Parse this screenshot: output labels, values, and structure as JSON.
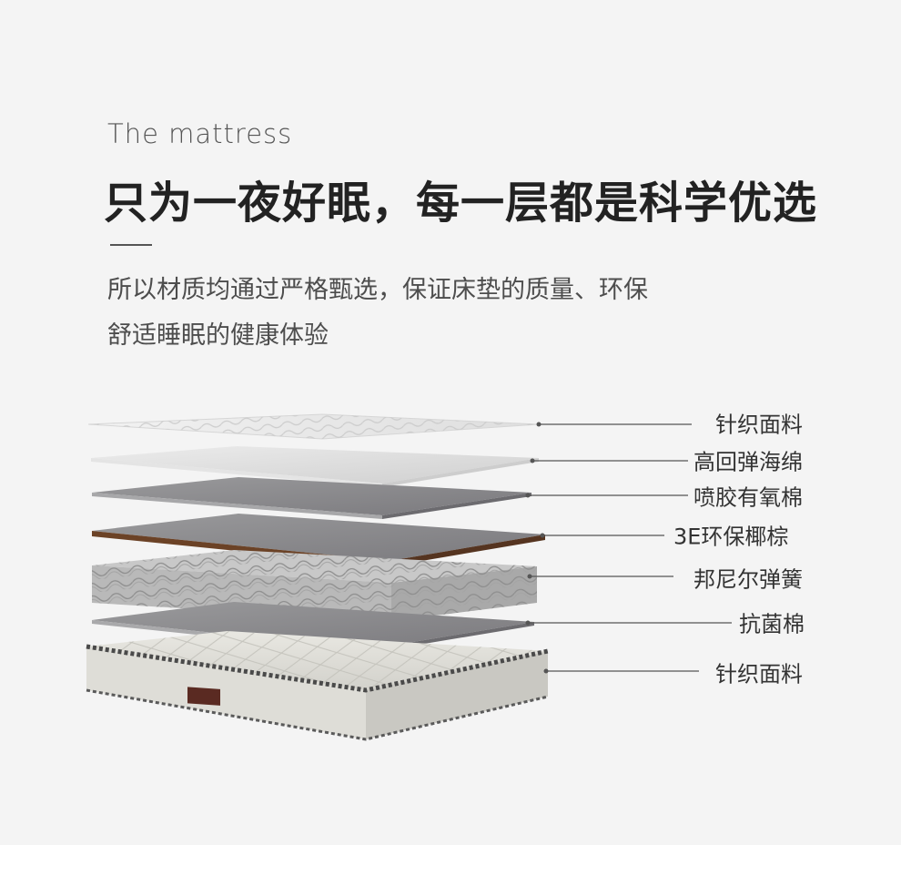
{
  "header": {
    "subtitle_en": "The mattress",
    "headline": "只为一夜好眠，每一层都是科学优选",
    "description_line1": "所以材质均通过严格甄选，保证床垫的质量、环保",
    "description_line2": "舒适睡眠的健康体验"
  },
  "layers": [
    {
      "label": "针织面料",
      "color": "#e9e9e9"
    },
    {
      "label": "高回弹海绵",
      "color": "#dcdcdc"
    },
    {
      "label": "喷胶有氧棉",
      "color": "#8d8d8f"
    },
    {
      "label": "3E环保椰棕",
      "color": "#7e7d82"
    },
    {
      "label": "邦尼尔弹簧",
      "color": "#bdbdbd"
    },
    {
      "label": "抗菌棉",
      "color": "#7e7d82"
    },
    {
      "label": "针织面料",
      "color": "#e2e1dc"
    }
  ],
  "colors": {
    "background": "#f4f4f4",
    "coir_edge": "#6b4226",
    "leader_line": "#555555",
    "brand_tag": "#5a2a22"
  }
}
